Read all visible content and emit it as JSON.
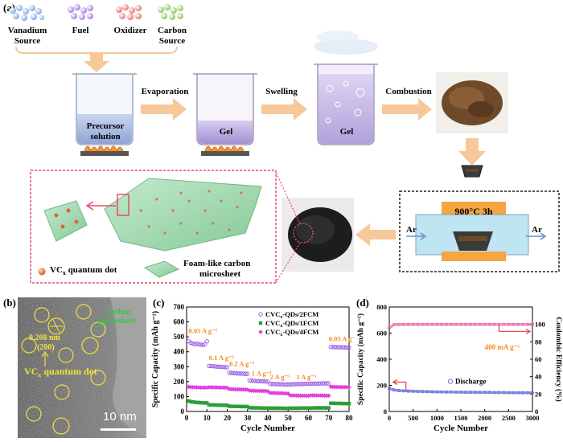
{
  "panel_a": {
    "label": "(a)",
    "sources": [
      {
        "line1": "Vanadium",
        "line2": "Source",
        "color": "#8ab4f0"
      },
      {
        "line1": "Fuel",
        "line2": "",
        "color": "#b58ae6"
      },
      {
        "line1": "Oxidizer",
        "line2": "",
        "color": "#ef8a8a"
      },
      {
        "line1": "Carbon",
        "line2": "Source",
        "color": "#9ad06a"
      }
    ],
    "steps": {
      "precursor_line1": "Precursor",
      "precursor_line2": "solution",
      "evaporation": "Evaporation",
      "gel1": "Gel",
      "swelling": "Swelling",
      "gel2": "Gel",
      "combustion": "Combustion"
    },
    "furnace": {
      "temp": "900°C 3h",
      "gas_left": "Ar",
      "gas_right": "Ar"
    },
    "legend": {
      "vcx_prefix": "VC",
      "vcx_sub": "x",
      "vcx_suffix": " quantum dot",
      "foam_line1": "Foam-like carbon",
      "foam_line2": "microsheet"
    },
    "colors": {
      "arrow": "#f6c89a",
      "foam": "#a9dcb0",
      "dot": "#e07a3a",
      "furnace": "#bfe4f2",
      "heater": "#f4a640"
    }
  },
  "panel_b": {
    "label": "(b)",
    "carbon_line1": "Carbon",
    "carbon_line2": "microsheet",
    "d_spacing": "0.208 nm",
    "plane": "(200)",
    "vcx_prefix": "VC",
    "vcx_sub": "x",
    "vcx_suffix": " quantum dot",
    "scale": "10 nm"
  },
  "chart_data": [
    {
      "panel": "(c)",
      "type": "scatter",
      "xlabel": "Cycle Number",
      "ylabel": "Specific Capacity (mAh g⁻¹)",
      "xlim": [
        0,
        80
      ],
      "ylim": [
        0,
        700
      ],
      "xticks": [
        0,
        10,
        20,
        30,
        40,
        50,
        60,
        70,
        80
      ],
      "yticks": [
        0,
        100,
        200,
        300,
        400,
        500,
        600,
        700
      ],
      "legend_position": "top-right",
      "series": [
        {
          "name": "CVCx-QDs/2FCM",
          "color": "#9b59e6",
          "marker": "circle",
          "x": [
            1,
            2,
            3,
            4,
            5,
            6,
            7,
            8,
            9,
            10,
            11,
            12,
            13,
            14,
            15,
            16,
            17,
            18,
            19,
            20,
            21,
            22,
            23,
            24,
            25,
            26,
            27,
            28,
            29,
            30,
            31,
            32,
            33,
            34,
            35,
            36,
            37,
            38,
            39,
            40,
            41,
            42,
            43,
            44,
            45,
            46,
            47,
            48,
            49,
            50,
            51,
            52,
            53,
            54,
            55,
            56,
            57,
            58,
            59,
            60,
            61,
            62,
            63,
            64,
            65,
            66,
            67,
            68,
            69,
            70,
            71,
            72,
            73,
            74,
            75,
            76,
            77,
            78,
            79,
            80
          ],
          "y": [
            470,
            460,
            455,
            450,
            455,
            450,
            448,
            445,
            450,
            470,
            305,
            305,
            303,
            302,
            300,
            300,
            298,
            298,
            297,
            296,
            260,
            258,
            257,
            256,
            255,
            254,
            254,
            253,
            252,
            252,
            208,
            206,
            205,
            204,
            203,
            203,
            202,
            202,
            201,
            200,
            185,
            184,
            184,
            183,
            183,
            182,
            182,
            181,
            181,
            180,
            182,
            182,
            183,
            183,
            184,
            184,
            184,
            185,
            185,
            185,
            186,
            186,
            186,
            187,
            187,
            187,
            188,
            188,
            188,
            188,
            432,
            432,
            431,
            431,
            430,
            430,
            430,
            429,
            429,
            428
          ]
        },
        {
          "name": "CVCx-QDs/1FCM",
          "color": "#2e9e3a",
          "marker": "square",
          "x": [
            1,
            2,
            3,
            4,
            5,
            6,
            7,
            8,
            9,
            10,
            11,
            12,
            13,
            14,
            15,
            16,
            17,
            18,
            19,
            20,
            21,
            22,
            23,
            24,
            25,
            26,
            27,
            28,
            29,
            30,
            31,
            32,
            33,
            34,
            35,
            36,
            37,
            38,
            39,
            40,
            41,
            42,
            43,
            44,
            45,
            46,
            47,
            48,
            49,
            50,
            51,
            52,
            53,
            54,
            55,
            56,
            57,
            58,
            59,
            60,
            61,
            62,
            63,
            64,
            65,
            66,
            67,
            68,
            69,
            70,
            71,
            72,
            73,
            74,
            75,
            76,
            77,
            78,
            79,
            80
          ],
          "y": [
            70,
            66,
            64,
            62,
            60,
            60,
            58,
            58,
            57,
            57,
            45,
            44,
            44,
            43,
            43,
            42,
            42,
            42,
            41,
            41,
            35,
            35,
            34,
            34,
            34,
            33,
            33,
            33,
            33,
            32,
            25,
            25,
            24,
            24,
            24,
            24,
            23,
            23,
            23,
            23,
            22,
            22,
            22,
            22,
            22,
            22,
            22,
            21,
            21,
            21,
            22,
            22,
            22,
            22,
            22,
            23,
            23,
            23,
            23,
            23,
            23,
            23,
            24,
            24,
            24,
            24,
            24,
            24,
            24,
            24,
            55,
            55,
            54,
            54,
            54,
            54,
            53,
            53,
            53,
            53
          ]
        },
        {
          "name": "CVCx-QDs/4FCM",
          "color": "#e040e0",
          "marker": "diamond",
          "x": [
            1,
            2,
            3,
            4,
            5,
            6,
            7,
            8,
            9,
            10,
            11,
            12,
            13,
            14,
            15,
            16,
            17,
            18,
            19,
            20,
            21,
            22,
            23,
            24,
            25,
            26,
            27,
            28,
            29,
            30,
            31,
            32,
            33,
            34,
            35,
            36,
            37,
            38,
            39,
            40,
            41,
            42,
            43,
            44,
            45,
            46,
            47,
            48,
            49,
            50,
            51,
            52,
            53,
            54,
            55,
            56,
            57,
            58,
            59,
            60,
            61,
            62,
            63,
            64,
            65,
            66,
            67,
            68,
            69,
            70,
            71,
            72,
            73,
            74,
            75,
            76,
            77,
            78,
            79,
            80
          ],
          "y": [
            165,
            163,
            162,
            162,
            161,
            161,
            160,
            160,
            160,
            160,
            162,
            162,
            161,
            161,
            161,
            160,
            160,
            160,
            160,
            159,
            150,
            149,
            149,
            148,
            148,
            148,
            147,
            147,
            147,
            146,
            140,
            139,
            139,
            138,
            138,
            138,
            137,
            137,
            137,
            136,
            125,
            124,
            124,
            123,
            123,
            122,
            122,
            121,
            121,
            120,
            108,
            107,
            107,
            107,
            106,
            106,
            106,
            106,
            105,
            105,
            108,
            108,
            108,
            107,
            107,
            107,
            107,
            106,
            106,
            106,
            165,
            165,
            164,
            164,
            164,
            163,
            163,
            163,
            163,
            162
          ]
        }
      ],
      "annotations": [
        {
          "text": "0.05 A g⁻¹",
          "x": 1,
          "y": 525
        },
        {
          "text": "0.1 A g⁻¹",
          "x": 11,
          "y": 345
        },
        {
          "text": "0.2 A g⁻¹",
          "x": 21,
          "y": 305
        },
        {
          "text": "1 A g⁻¹",
          "x": 32,
          "y": 240
        },
        {
          "text": "2 A g⁻¹",
          "x": 41,
          "y": 215
        },
        {
          "text": "1 A g⁻¹",
          "x": 54,
          "y": 215
        },
        {
          "text": "0.05 A g⁻¹",
          "x": 70,
          "y": 470
        }
      ]
    },
    {
      "panel": "(d)",
      "type": "scatter",
      "xlabel": "Cycle Number",
      "ylabel": "Specific Capacity (mAh g⁻¹)",
      "y2label": "Coulombic Efficiency (%)",
      "xlim": [
        0,
        3000
      ],
      "ylim": [
        0,
        800
      ],
      "y2lim": [
        0,
        120
      ],
      "xticks": [
        0,
        500,
        1000,
        1500,
        2000,
        2500,
        3000
      ],
      "yticks": [
        0,
        200,
        400,
        600,
        800
      ],
      "y2ticks": [
        0,
        20,
        40,
        60,
        80,
        100
      ],
      "series": [
        {
          "name": "Discharge",
          "color": "#6b6be0",
          "marker": "circle",
          "axis": "left",
          "x": [
            1,
            100,
            200,
            300,
            400,
            500,
            600,
            700,
            800,
            900,
            1000,
            1100,
            1200,
            1300,
            1400,
            1500,
            1600,
            1700,
            1800,
            1900,
            2000,
            2100,
            2200,
            2300,
            2400,
            2500,
            2600,
            2700,
            2800,
            2900,
            3000
          ],
          "y": [
            175,
            165,
            160,
            158,
            156,
            155,
            154,
            153,
            152,
            151,
            150,
            150,
            149,
            149,
            148,
            148,
            147,
            147,
            147,
            146,
            146,
            146,
            145,
            145,
            145,
            144,
            144,
            144,
            143,
            143,
            143
          ]
        },
        {
          "name": "Coulombic Efficiency",
          "color": "#f06aa8",
          "marker": "circle",
          "axis": "right",
          "x": [
            1,
            100,
            200,
            300,
            400,
            500,
            600,
            700,
            800,
            900,
            1000,
            1100,
            1200,
            1300,
            1400,
            1500,
            1600,
            1700,
            1800,
            1900,
            2000,
            2100,
            2200,
            2300,
            2400,
            2500,
            2600,
            2700,
            2800,
            2900,
            3000
          ],
          "y": [
            96,
            99.8,
            99.9,
            99.9,
            99.9,
            100,
            100,
            100,
            100,
            100,
            100,
            100,
            100,
            100,
            100,
            100,
            100,
            100,
            100,
            100,
            100,
            100,
            100,
            100,
            100,
            100,
            100,
            100,
            100,
            100,
            100
          ]
        }
      ],
      "annotations": [
        {
          "text": "400 mA g⁻¹",
          "x": 2000,
          "y": 475
        }
      ]
    }
  ],
  "panel_c_meta": {
    "label": "(c)",
    "legend_prefix": "CVC",
    "legend_sub": "x",
    "legend_suffixes": [
      "-QDs/2FCM",
      "-QDs/1FCM",
      "-QDs/4FCM"
    ],
    "annotation_color": "#f28c1c"
  },
  "panel_d_meta": {
    "label": "(d)",
    "annotation_color": "#f28c1c"
  }
}
